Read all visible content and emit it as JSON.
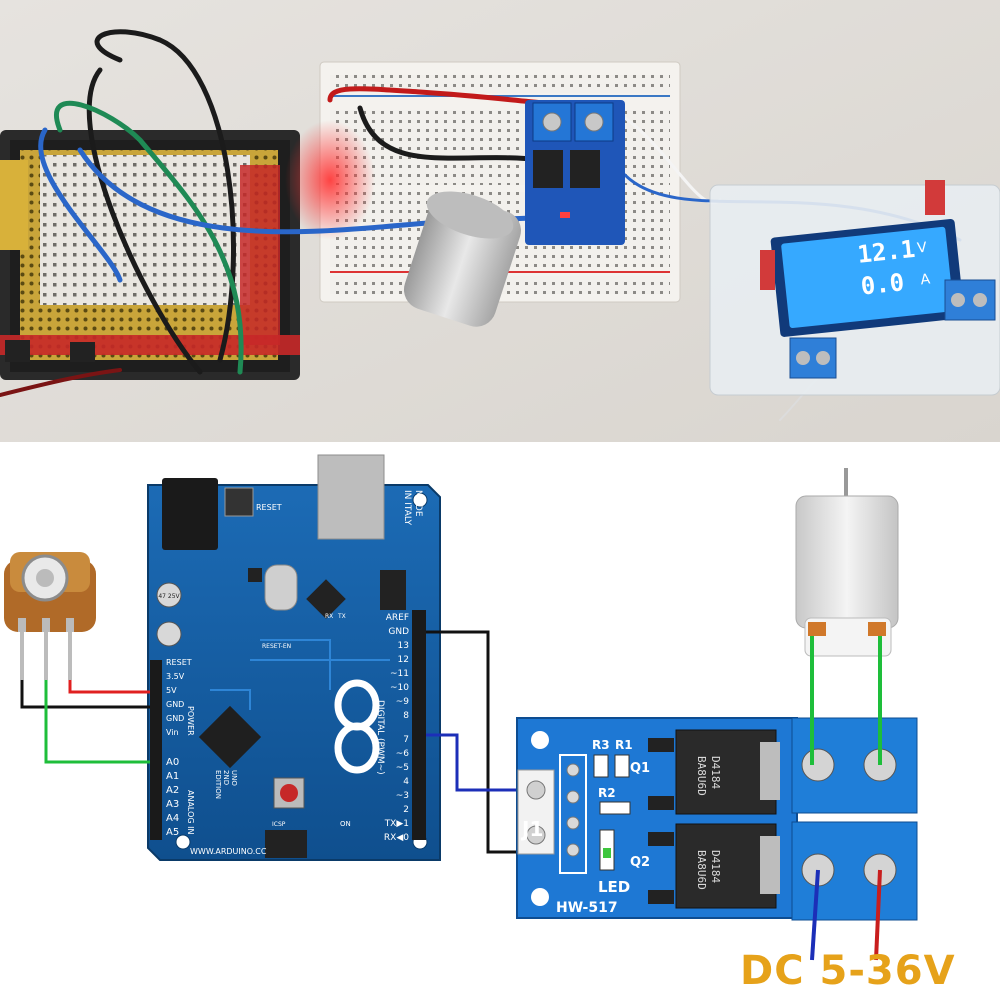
{
  "photo": {
    "lcd": {
      "voltage": "12.1",
      "voltage_unit": "V",
      "current": "0.0",
      "current_unit": "A"
    }
  },
  "arduino": {
    "made_in": "MADE",
    "in_italy": "IN ITALY",
    "reset_label": "RESET",
    "reset_en": "RESET-EN",
    "icsp": "ICSP",
    "on_label": "ON",
    "url": "WWW.ARDUINO.CC",
    "tx_rx": [
      "TX",
      "RX"
    ],
    "tx_rx_small": [
      "TX▶1",
      "RX◀0"
    ],
    "uno_line1": "UNO",
    "uno_line2": "2ND",
    "uno_line3": "EDITION",
    "power_label": "POWER",
    "analog_label": "ANALOG IN",
    "digital_label": "DIGITAL (PWM~)",
    "power_pins": [
      "RESET",
      "3.5V",
      "5V",
      "GND",
      "GND",
      "Vin"
    ],
    "analog_pins": [
      "A0",
      "A1",
      "A2",
      "A3",
      "A4",
      "A5"
    ],
    "digital_pins": [
      "AREF",
      "GND",
      "13",
      "12",
      "~11",
      "~10",
      "~9",
      "8",
      "7",
      "~6",
      "~5",
      "4",
      "~3",
      "2"
    ],
    "cap_text": "47 25V"
  },
  "module": {
    "name": "HW-517",
    "j1": "J1",
    "r3": "R3",
    "r1": "R1",
    "r2": "R2",
    "q1": "Q1",
    "q2": "Q2",
    "led": "LED",
    "mosfet_text": "D4184",
    "mosfet_code": "BA8U6D"
  },
  "caption": "DC 5-36V"
}
